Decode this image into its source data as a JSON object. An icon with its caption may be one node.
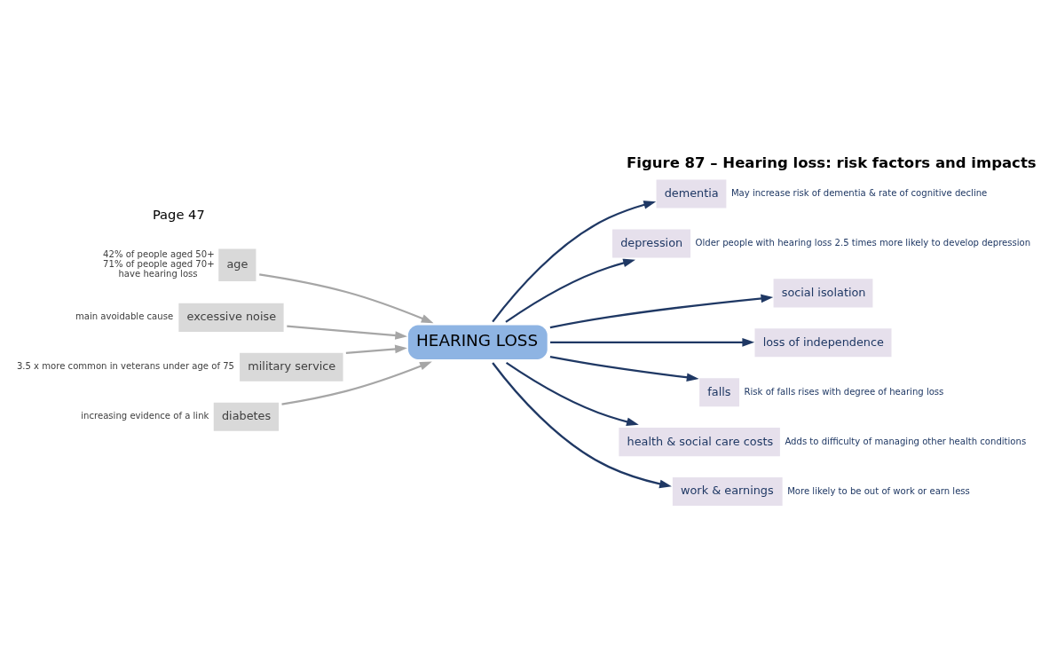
{
  "diagram": {
    "title": "Figure 87 – Hearing loss: risk factors and impacts",
    "nodes": [
      {
        "text": [
          "HEARING LOSS"
        ]
      },
      {
        "text": [
          "age"
        ],
        "beside": [
          "42% of people aged 50+",
          "71% of people aged 70+",
          "have hearing loss"
        ]
      },
      {
        "text": [
          "excessive noise"
        ],
        "beside": [
          "main avoidable cause"
        ]
      },
      {
        "text": [
          "military service"
        ],
        "beside": [
          "3.5 x more common in veterans under age of 75"
        ]
      },
      {
        "text": [
          "diabetes"
        ],
        "beside": [
          "increasing evidence of a link"
        ]
      },
      {
        "text": [
          "dementia"
        ],
        "beside": [
          "May increase risk of dementia & rate of cognitive decline"
        ]
      },
      {
        "text": [
          "depression"
        ],
        "beside": [
          "Older people with hearing loss 2.5 times more likely to develop depression"
        ]
      },
      {
        "text": [
          "social isolation"
        ]
      },
      {
        "text": [
          "loss of independence"
        ]
      },
      {
        "text": [
          "falls"
        ],
        "beside": [
          "Risk of falls rises with degree of hearing loss"
        ]
      },
      {
        "text": [
          "health & social care costs"
        ],
        "beside": [
          "Adds to difficulty of managing other health conditions"
        ]
      },
      {
        "text": [
          "work & earnings"
        ],
        "beside": [
          "More likely to be out of work or earn less"
        ]
      }
    ],
    "edges": [
      {
        "from": 1,
        "to": 0,
        "arrow": "to",
        "color": "#a6a6a6"
      },
      {
        "from": 2,
        "to": 0,
        "arrow": "to",
        "color": "#a6a6a6"
      },
      {
        "from": 3,
        "to": 0,
        "arrow": "to",
        "color": "#a6a6a6"
      },
      {
        "from": 4,
        "to": 0,
        "arrow": "to",
        "color": "#a6a6a6"
      },
      {
        "from": 0,
        "to": 5,
        "arrow": "to"
      },
      {
        "from": 0,
        "to": 6,
        "arrow": "to"
      },
      {
        "from": 0,
        "to": 7,
        "arrow": "to"
      },
      {
        "from": 0,
        "to": 8,
        "arrow": "to"
      },
      {
        "from": 0,
        "to": 9,
        "arrow": "to"
      },
      {
        "from": 0,
        "to": 10,
        "arrow": "to"
      },
      {
        "from": 0,
        "to": 11,
        "arrow": "to"
      }
    ],
    "labels": [
      "Page 47"
    ]
  }
}
